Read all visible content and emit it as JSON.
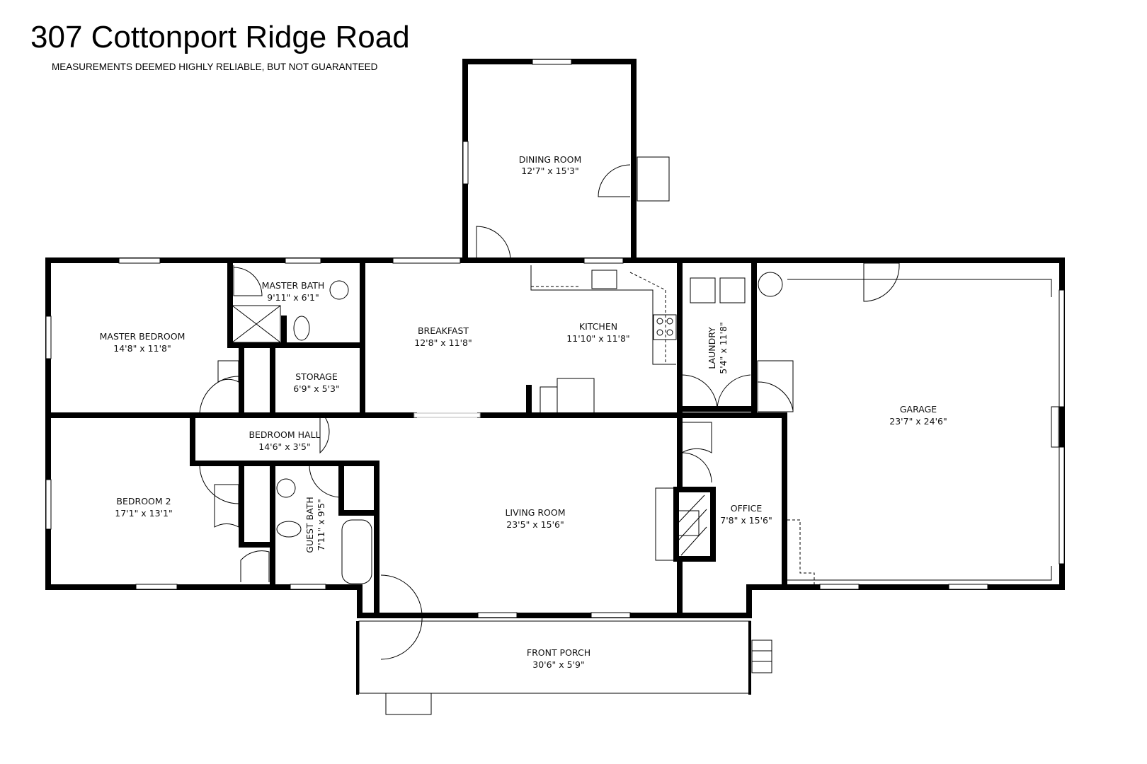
{
  "header": {
    "title": "307 Cottonport Ridge Road",
    "subtitle": "MEASUREMENTS DEEMED HIGHLY RELIABLE, BUT NOT GUARANTEED"
  },
  "rooms": {
    "dining_room": {
      "name": "DINING ROOM",
      "dims": "12'7\" x 15'3\""
    },
    "master_bath": {
      "name": "MASTER BATH",
      "dims": "9'11\" x 6'1\""
    },
    "master_bedroom": {
      "name": "MASTER BEDROOM",
      "dims": "14'8\" x 11'8\""
    },
    "storage": {
      "name": "STORAGE",
      "dims": "6'9\" x 5'3\""
    },
    "breakfast": {
      "name": "BREAKFAST",
      "dims": "12'8\" x 11'8\""
    },
    "kitchen": {
      "name": "KITCHEN",
      "dims": "11'10\" x 11'8\""
    },
    "laundry": {
      "name": "LAUNDRY",
      "dims": "5'4\" x 11'8\""
    },
    "garage": {
      "name": "GARAGE",
      "dims": "23'7\" x 24'6\""
    },
    "bedroom_hall": {
      "name": "BEDROOM HALL",
      "dims": "14'6\" x 3'5\""
    },
    "bedroom_2": {
      "name": "BEDROOM 2",
      "dims": "17'1\" x 13'1\""
    },
    "guest_bath": {
      "name": "GUEST BATH",
      "dims": "7'11\" x 9'5\""
    },
    "living_room": {
      "name": "LIVING ROOM",
      "dims": "23'5\" x 15'6\""
    },
    "office": {
      "name": "OFFICE",
      "dims": "7'8\" x 15'6\""
    },
    "front_porch": {
      "name": "FRONT PORCH",
      "dims": "30'6\" x 5'9\""
    }
  }
}
